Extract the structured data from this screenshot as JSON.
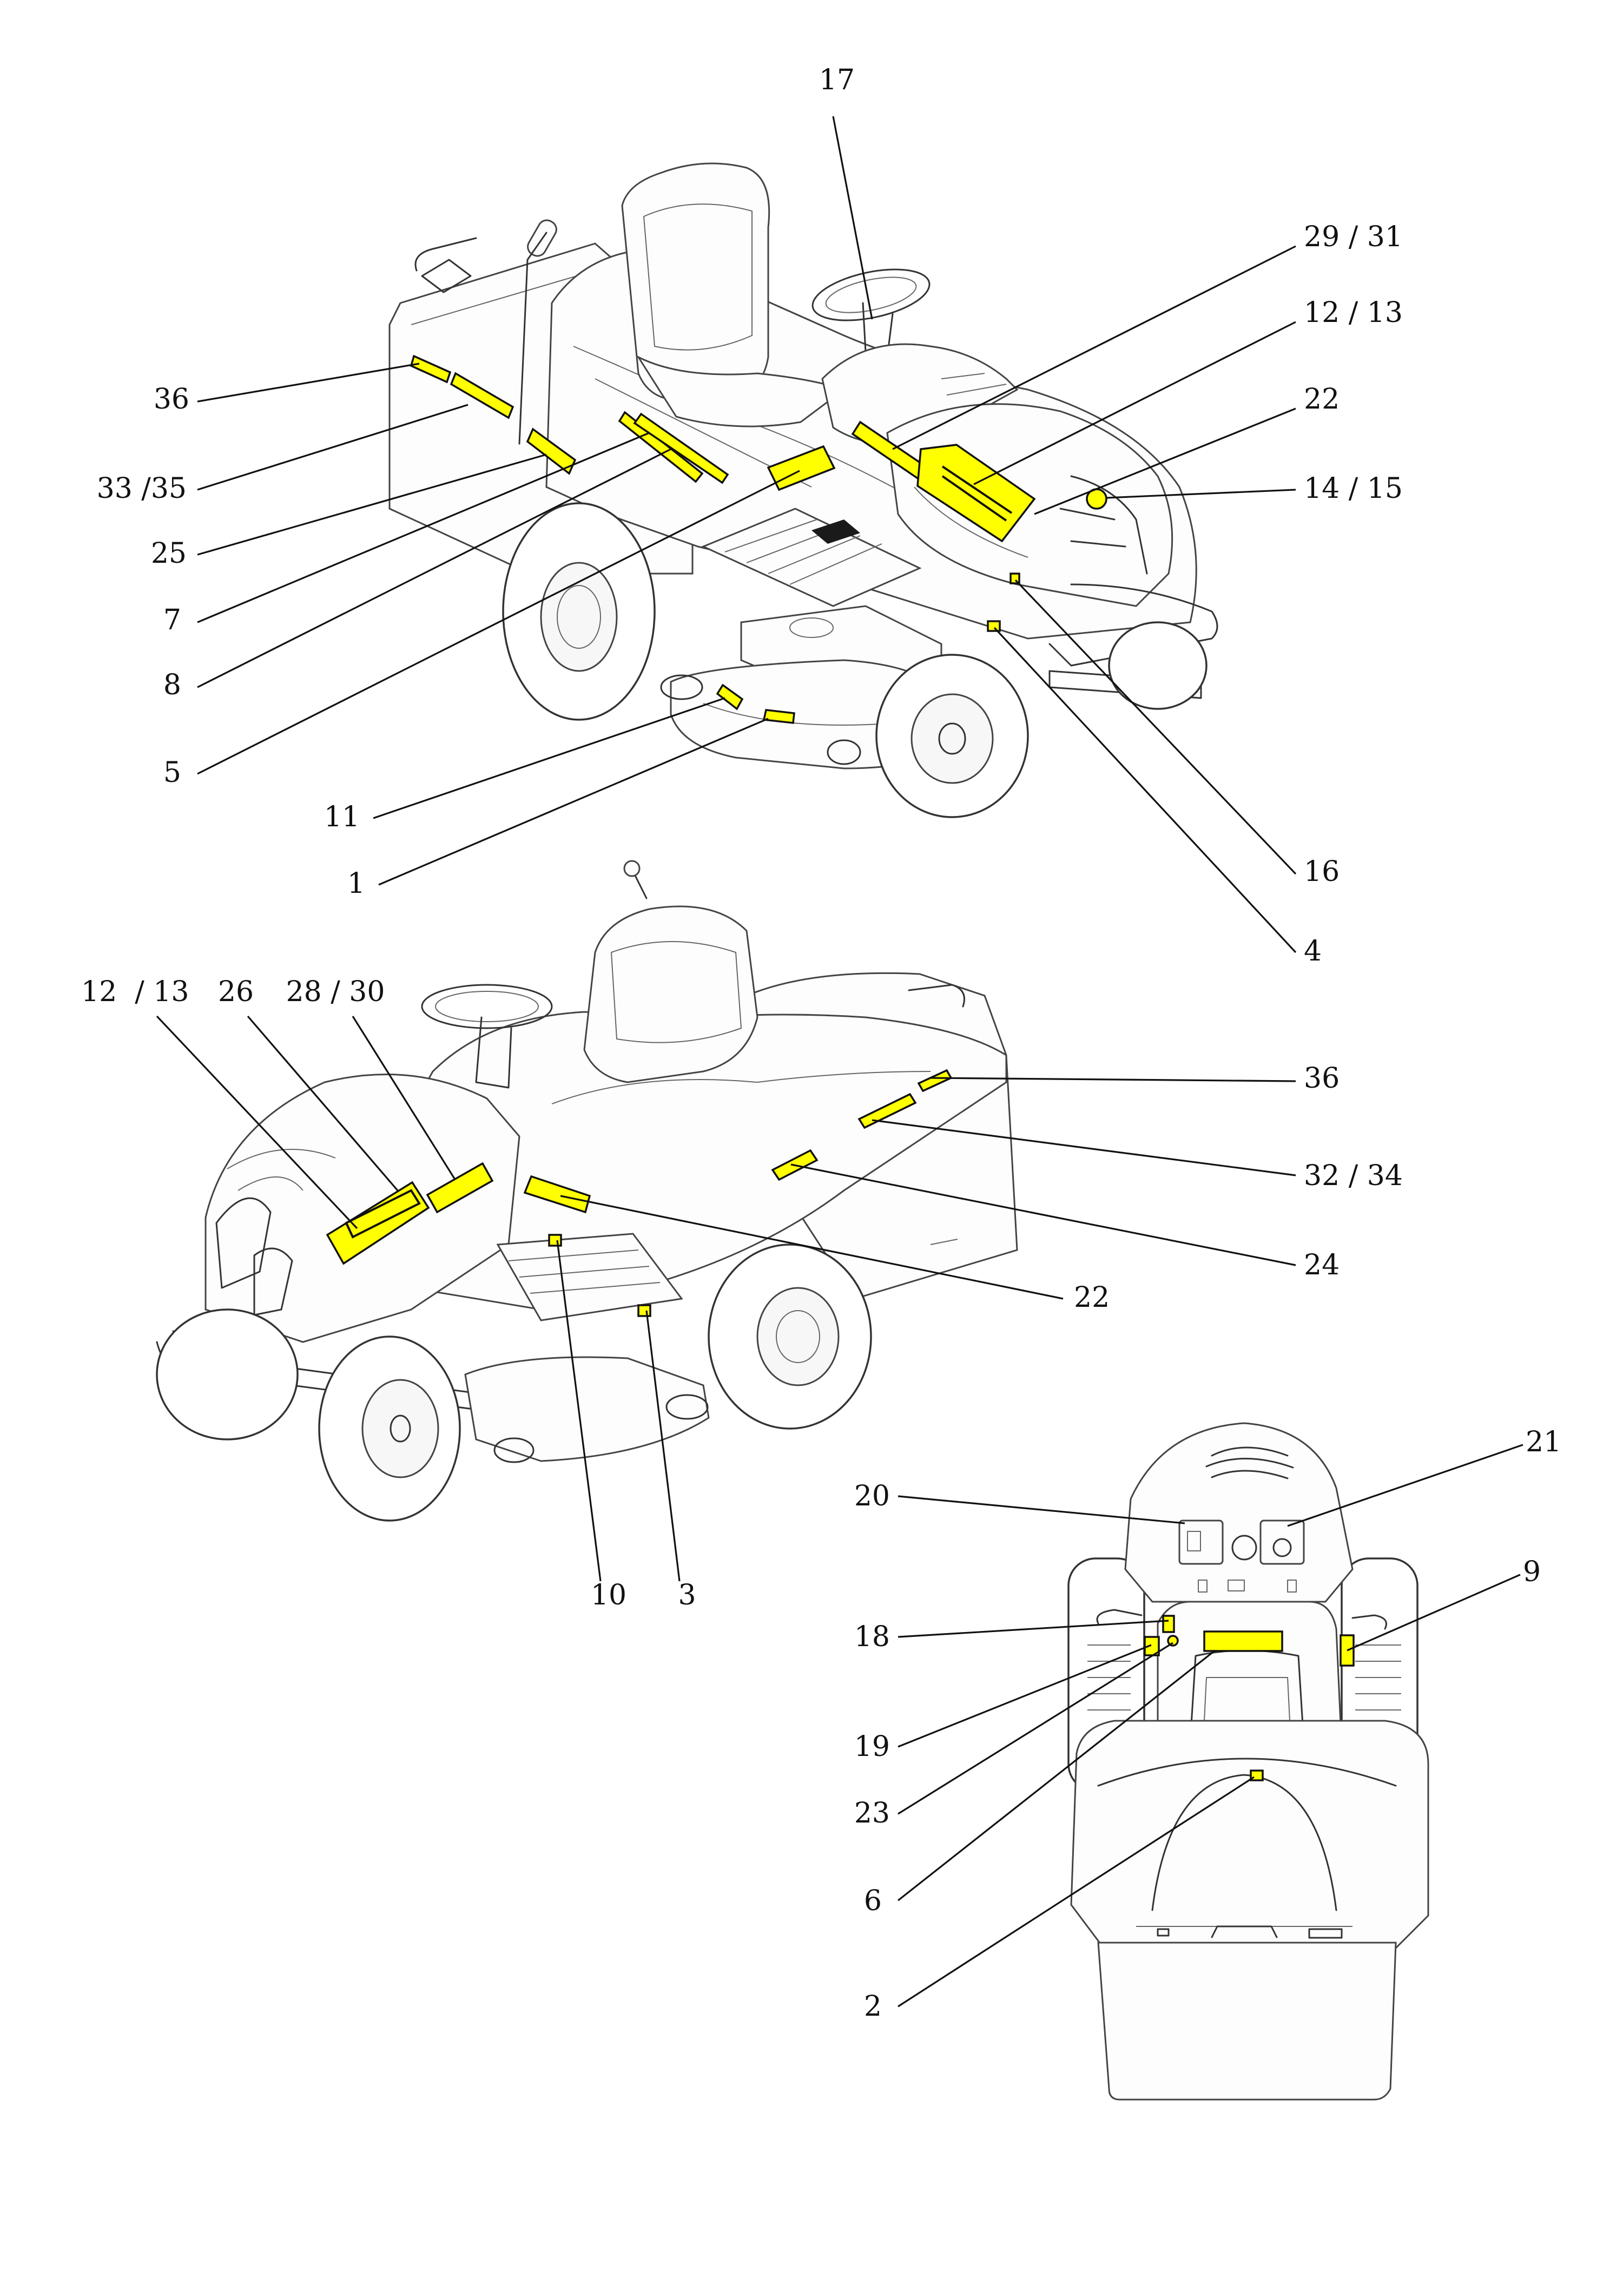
{
  "colors": {
    "decal_highlight": "#ffff00",
    "line_art": "#111111",
    "background": "#ffffff"
  },
  "views": {
    "top": {
      "callouts": [
        "17",
        "29 / 31",
        "12 / 13",
        "22",
        "14 / 15",
        "36",
        "33 /35",
        "25",
        "7",
        "8",
        "5",
        "11",
        "1",
        "16",
        "4"
      ]
    },
    "middle": {
      "callouts": [
        "12  / 13",
        "26",
        "28 / 30",
        "36",
        "32 / 34",
        "24",
        "22",
        "10",
        "3"
      ]
    },
    "rear": {
      "callouts": [
        "21",
        "20",
        "9",
        "18",
        "19",
        "23",
        "6",
        "2"
      ]
    }
  }
}
